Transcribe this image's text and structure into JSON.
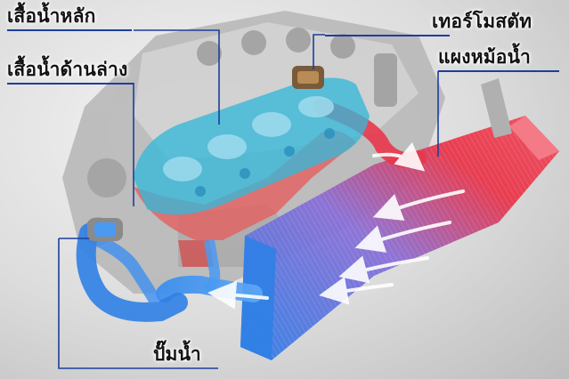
{
  "labels": {
    "upper_jacket": "เสื้อน้ำหลัก",
    "lower_jacket": "เสื้อน้ำด้านล่าง",
    "thermostat": "เทอร์โมสตัท",
    "radiator": "แผงหม้อน้ำ",
    "water_pump": "ปั๊มน้ำ"
  },
  "colors": {
    "leader_line": "#1c3f9c",
    "coolant_cold": "#2f7fe6",
    "coolant_hot": "#e8364a",
    "jacket_cyan": "#36b7d8",
    "background": "#d6d6d6"
  },
  "icons": {
    "engine": "engine-illustration",
    "flow_arrows": "white-flow-arrows"
  }
}
